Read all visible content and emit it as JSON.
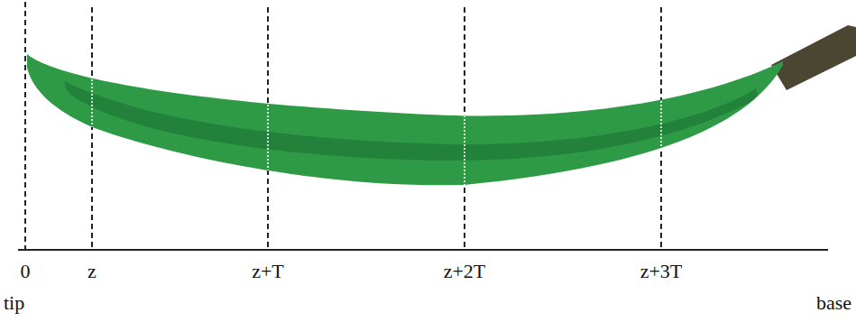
{
  "diagram": {
    "labels": [
      "0",
      "z",
      "z+T",
      "z+2T",
      "z+3T",
      "tip",
      "base"
    ]
  }
}
